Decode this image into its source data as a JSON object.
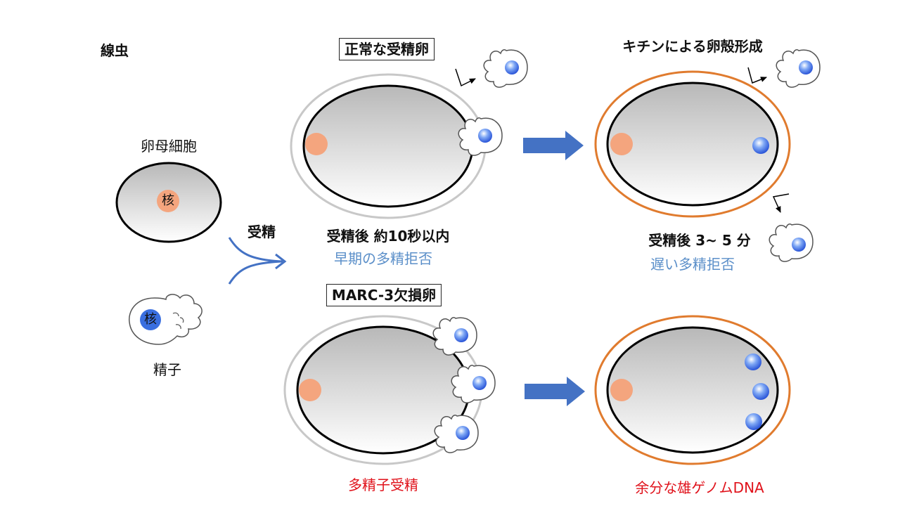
{
  "organism": "線虫",
  "oocyte": {
    "label": "卵母細胞",
    "nucleus": "核"
  },
  "sperm": {
    "label": "精子",
    "nucleus": "核"
  },
  "fertilization": "受精",
  "normal": {
    "title": "正常な受精卵",
    "time_label": "受精後 約10秒以内",
    "block_label": "早期の多精拒否"
  },
  "chitin": {
    "title": "キチンによる卵殻形成",
    "time_label": "受精後 3~ 5 分",
    "block_label": "遅い多精拒否"
  },
  "mutant": {
    "title": "MARC-3欠損卵",
    "result_label": "多精子受精",
    "extra_label": "余分な雄ゲノムDNA"
  },
  "colors": {
    "egg_outline": "#000000",
    "egg_fill_top": "#bfbfbf",
    "egg_fill_bottom": "#ffffff",
    "vitelline": "#c8c8c8",
    "eggshell": "#e07b2e",
    "oocyte_nucleus": "#f4a57e",
    "sperm_nucleus": "#3a6fe0",
    "arrow": "#4472c4",
    "text_blue": "#5b8fc9",
    "text_red": "#e0121b"
  }
}
